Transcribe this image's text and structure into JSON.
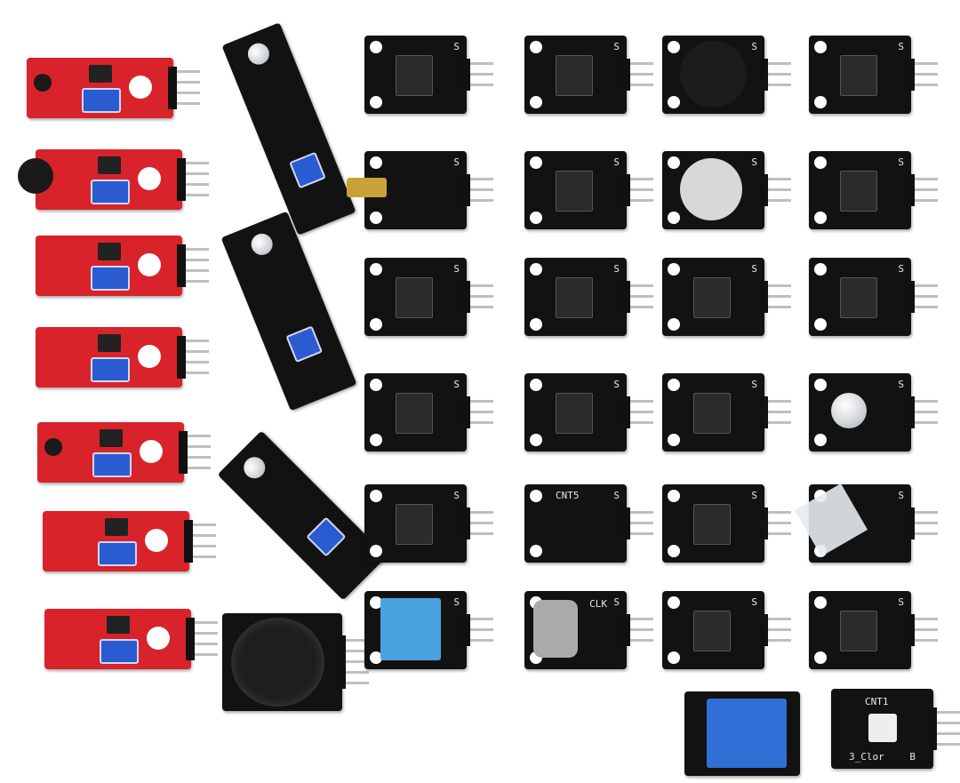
{
  "image": {
    "subject": "sensor-module-kit",
    "colors": {
      "background": "#ffffff",
      "red_board": "#d8232a",
      "black_board": "#121212",
      "potentiometer": "#2a5bd0",
      "dht_sensor": "#4aa3e0",
      "relay": "#2f6fd6",
      "laser_head": "#c9a13a"
    }
  },
  "labels": {
    "signal_pin": "S",
    "rgb_module": "CNT1",
    "rgb_module_bottom": "3_Clor",
    "rgb_pin_b": "B",
    "led_module": "CNT5",
    "encoder_pin": "CLK"
  }
}
